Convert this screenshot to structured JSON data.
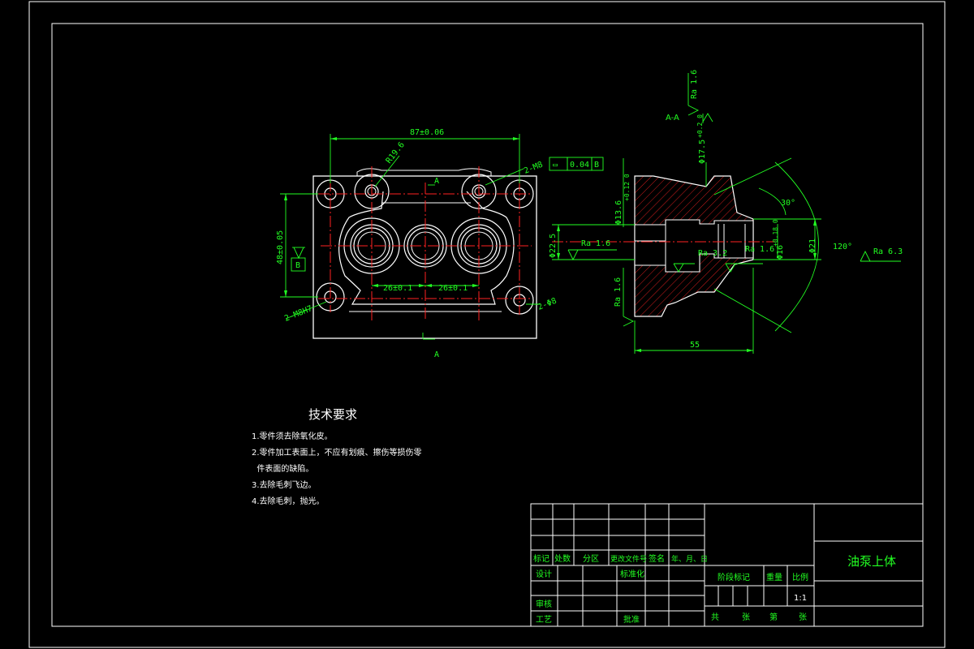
{
  "plan_view": {
    "label_a_top": "A",
    "label_a_bottom": "A",
    "dim_width": "87±0.06",
    "dim_height": "48±0.05",
    "dim_pitch_left": "26±0.1",
    "dim_pitch_right": "26±0.1",
    "dim_radius": "R19.6",
    "dim_holes_top": "2-M8",
    "dim_holes_left": "2-M8H7",
    "dim_holes_right": "2-Φ8",
    "datum": "B"
  },
  "section_view": {
    "title": "A-A",
    "tolerance_frame": [
      "▭",
      "0.04",
      "B"
    ],
    "dim_length": "55",
    "dim_d22": "Φ22.5",
    "dim_d13": "Φ13.6",
    "dim_d13_tol": "+0.12 0",
    "dim_d17": "Φ17.5",
    "dim_d17_tol": "+0.2 0",
    "dim_d16": "Φ16",
    "dim_d16_tol": "+0.18 0",
    "dim_d21": "Φ21",
    "angle_30": "30°",
    "angle_120": "120°",
    "ra_16_a": "Ra 1.6",
    "ra_16_b": "Ra 1.6",
    "ra_16_c": "Ra 1.6",
    "ra_16_d": "Ra 1.6",
    "ra_32": "Ra 3.2",
    "ra_63": "Ra 6.3"
  },
  "requirements": {
    "title": "技术要求",
    "items": [
      "1.零件须去除氧化皮。",
      "2.零件加工表面上，不应有划痕、擦伤等损伤零",
      "  件表面的缺陷。",
      "3.去除毛刺飞边。",
      "4.去除毛刺，抛光。"
    ]
  },
  "title_block": {
    "part_name": "油泵上体",
    "col_mark": "标记",
    "col_count": "处数",
    "col_zone": "分区",
    "col_doc": "更改文件号",
    "col_sign": "签名",
    "col_date": "年、月、日",
    "design": "设计",
    "standardize": "标准化",
    "review": "审核",
    "process": "工艺",
    "approve": "批准",
    "stage_mark": "阶段标记",
    "weight": "重量",
    "scale": "比例",
    "scale_value": "1:1",
    "total": "共",
    "sheet_unit": "张",
    "page": "第",
    "page_unit": "张"
  },
  "colors": {
    "background": "#000000",
    "outline": "#ffffff",
    "dimension": "#22ff22",
    "centerline": "#ff2222",
    "hatch": "#ff2222"
  }
}
